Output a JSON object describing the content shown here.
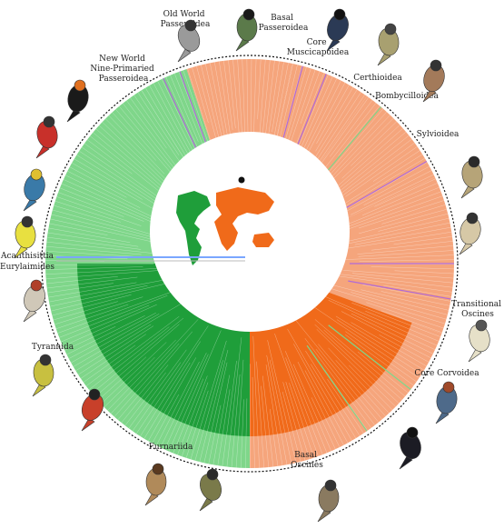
{
  "colors": {
    "new_world": "#7fd68a",
    "new_world_dark": "#1f9e3a",
    "old_world": "#f5a57c",
    "old_world_dark": "#f06a1a",
    "purple_lineage": "#b06ad8",
    "blue_lineage": "#7aa6ff",
    "outline": "#111111"
  },
  "labels": {
    "old_world_passeroidea": "Old World\nPasseroidea",
    "basal_passeroidea": "Basal\nPasseroidea",
    "core_muscicapoidea": "Core\nMuscicapoidea",
    "new_world_nine_primaried": "New World\nNine-Primaried\nPasseroidea",
    "certhioidea": "Certhioidea",
    "bombycilloidea": "Bombycilloidea",
    "sylvioidea": "Sylvioidea",
    "acanthisittia": "Acanthisittia",
    "eurylaimides": "Eurylaimides",
    "transitional_oscines": "Transitional\nOscines",
    "tyrannida": "Tyrannida",
    "core_corvoidea": "Core Corvoidea",
    "furnariida": "Furnariida",
    "basal_oscines": "Basal\nOscines"
  },
  "icons": {
    "map": "world-map-icon",
    "birds": [
      "bird-icon"
    ]
  }
}
